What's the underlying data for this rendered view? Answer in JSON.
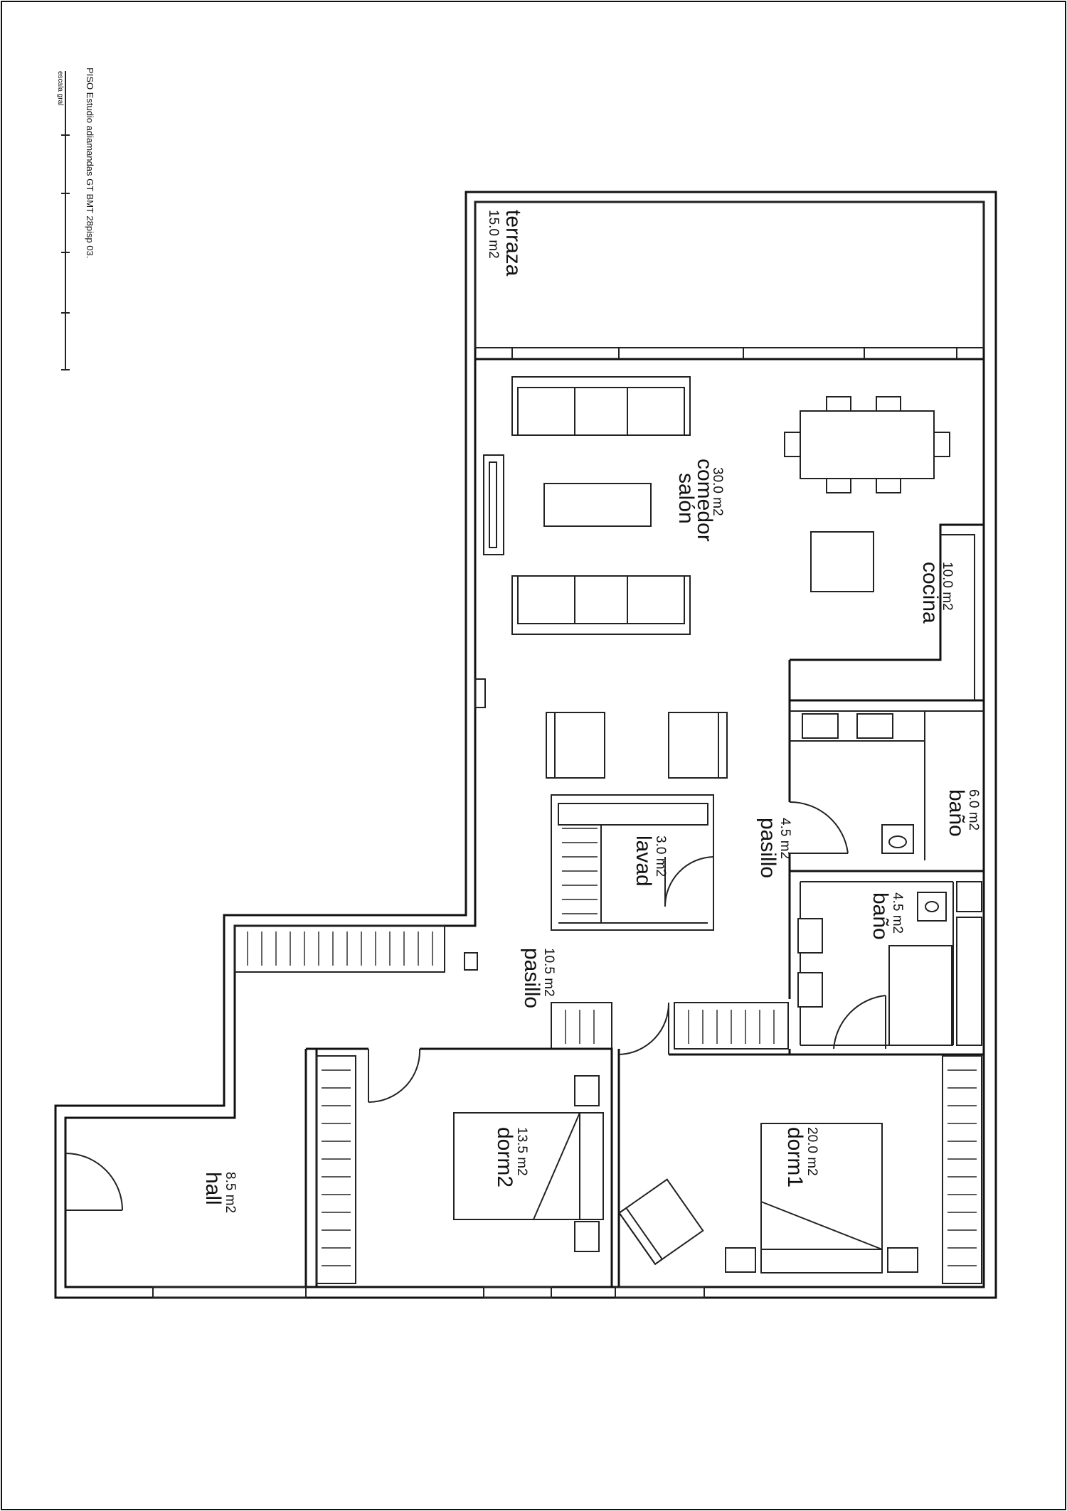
{
  "note": {
    "text": "PISO Estudio adiamandas GT BMT 28pisp 03.",
    "scale": "escala gral"
  },
  "rooms": {
    "terraza": {
      "name": "terraza",
      "area": "15.0 m2"
    },
    "salon": {
      "name1": "salón",
      "name2": "comedor",
      "area": "30.0 m2"
    },
    "cocina": {
      "name": "cocina",
      "area": "10.0 m2"
    },
    "bano1": {
      "name": "baño",
      "area": "6.0 m2"
    },
    "bano2": {
      "name": "baño",
      "area": "4.5 m2"
    },
    "pasillo1": {
      "name": "pasillo",
      "area": "4.5 m2"
    },
    "pasillo2": {
      "name": "pasillo",
      "area": "10.5 m2"
    },
    "lavad": {
      "name": "lavad",
      "area": "3.0 m2"
    },
    "hall": {
      "name": "hall",
      "area": "8.5 m2"
    },
    "dorm1": {
      "name": "dorm1",
      "area": "20.0 m2"
    },
    "dorm2": {
      "name": "dorm2",
      "area": "13.5 m2"
    }
  }
}
